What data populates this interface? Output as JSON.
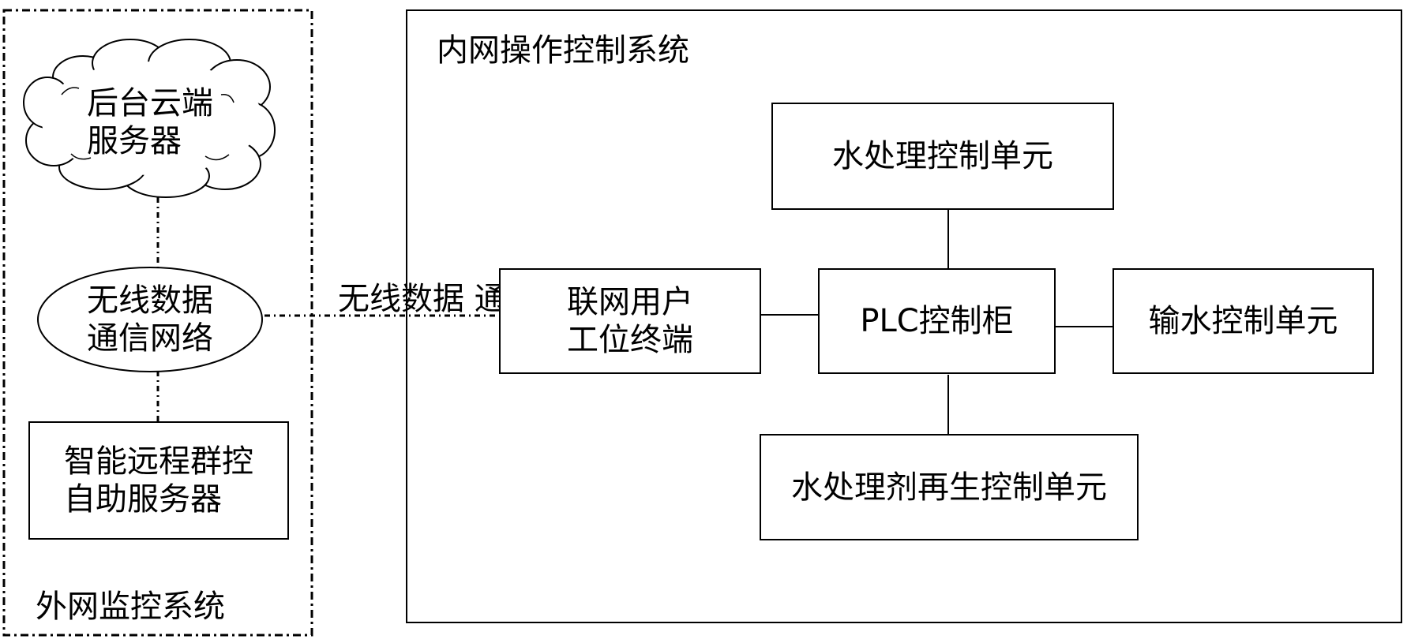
{
  "outer_system": {
    "title": "外网监控系统",
    "cloud_server": "后台云端\n服务器",
    "wireless_network": "无线数据\n通信网络",
    "remote_server": "智能远程群控\n自助服务器"
  },
  "inner_system": {
    "title": "内网操作控制系统",
    "user_terminal": "联网用户\n工位终端",
    "plc_cabinet": "PLC控制柜",
    "water_treatment_unit": "水处理控制单元",
    "water_delivery_unit": "输水控制单元",
    "regeneration_unit": "水处理剂再生控制单元"
  },
  "link_label": "无线数据\n通信"
}
